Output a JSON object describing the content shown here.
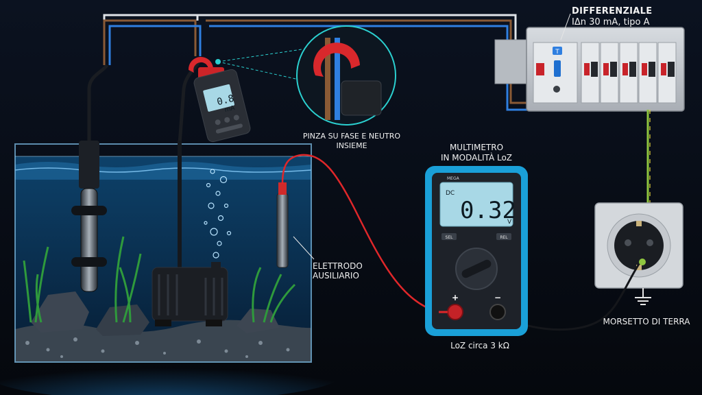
{
  "labels": {
    "differenziale_title": "DIFFERENZIALE",
    "differenziale_sub": "IΔn 30 mA, tipo A",
    "pinza_line1": "PINZA SU FASE E NEUTRO",
    "pinza_line2": "INSIEME",
    "multimetro_line1": "MULTIMETRO",
    "multimetro_line2": "IN MODALITÀ LoZ",
    "elettrodo_line1": "ELETTRODO",
    "elettrodo_line2": "AUSILIARIO",
    "loz_note": "LoZ circa 3 kΩ",
    "morsetto": "MORSETTO DI TERRA"
  },
  "clamp_meter": {
    "reading": "0.8",
    "unit": "mA"
  },
  "multimeter": {
    "mode": "DC",
    "reading": "0.32",
    "unit": "V",
    "plus": "+",
    "minus": "−",
    "brand": "MEGA",
    "left_btn": "SEL",
    "right_btn": "REL"
  },
  "breaker": {
    "test_button": "T"
  },
  "colors": {
    "phase": "#8a5a35",
    "neutral": "#2f7fe0",
    "earth": "#8fc63f",
    "probe_red": "#e0272a",
    "meter_accent": "#1aa0d8",
    "lcd": "#a8d8e6",
    "callout": "#2bd0d0"
  }
}
